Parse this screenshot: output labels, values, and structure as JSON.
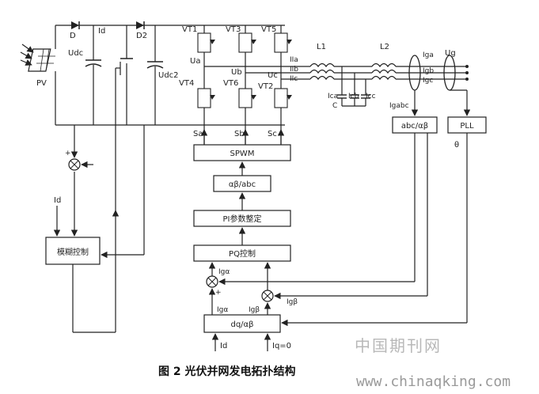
{
  "diagram": {
    "caption": "图 2   光伏并网发电拓扑结构",
    "pv": {
      "label": "PV"
    },
    "diodes": {
      "d1": "D",
      "d2": "D2"
    },
    "current_id_top": "Id",
    "capacitors": {
      "c1": "Udc",
      "c2": "Udc2"
    },
    "switches": [
      "VT1",
      "VT3",
      "VT5",
      "VT4",
      "VT6",
      "VT2"
    ],
    "phase_nodes": [
      "Ua",
      "Ub",
      "Uc"
    ],
    "currents_out": [
      "IIa",
      "IIb",
      "IIc"
    ],
    "inductors": [
      "L1",
      "L2"
    ],
    "filter_caps": [
      "Ica",
      "Icb",
      "Icc"
    ],
    "filter_cap_label": "C",
    "grid_labels": {
      "iga": "Iga",
      "ug": "Ug",
      "igb": "Igb",
      "igc": "Igc",
      "igabc": "Igabc"
    },
    "gate_signals": [
      "Sa",
      "Sb",
      "Sc"
    ],
    "blocks": {
      "spwm": "SPWM",
      "ab_abc": "αβ/abc",
      "pi": "PI参数整定",
      "pq": "PQ控制",
      "fuzzy": "模糊控制",
      "abc_ab": "abc/αβ",
      "pll": "PLL",
      "dq_ab": "dq/αβ"
    },
    "signals": {
      "ig_alpha_top": "Igα",
      "ig_beta_top": "Igβ",
      "ig_alpha_ref": "Igα",
      "ig_beta_ref": "Igβ",
      "theta": "θ",
      "id_in": "Id",
      "iq_in": "Iq=0",
      "id_left": "Id",
      "plus": "+",
      "minus": "−"
    }
  },
  "watermark": {
    "cn": "中国期刊网",
    "url": "www.chinaqking.com"
  }
}
